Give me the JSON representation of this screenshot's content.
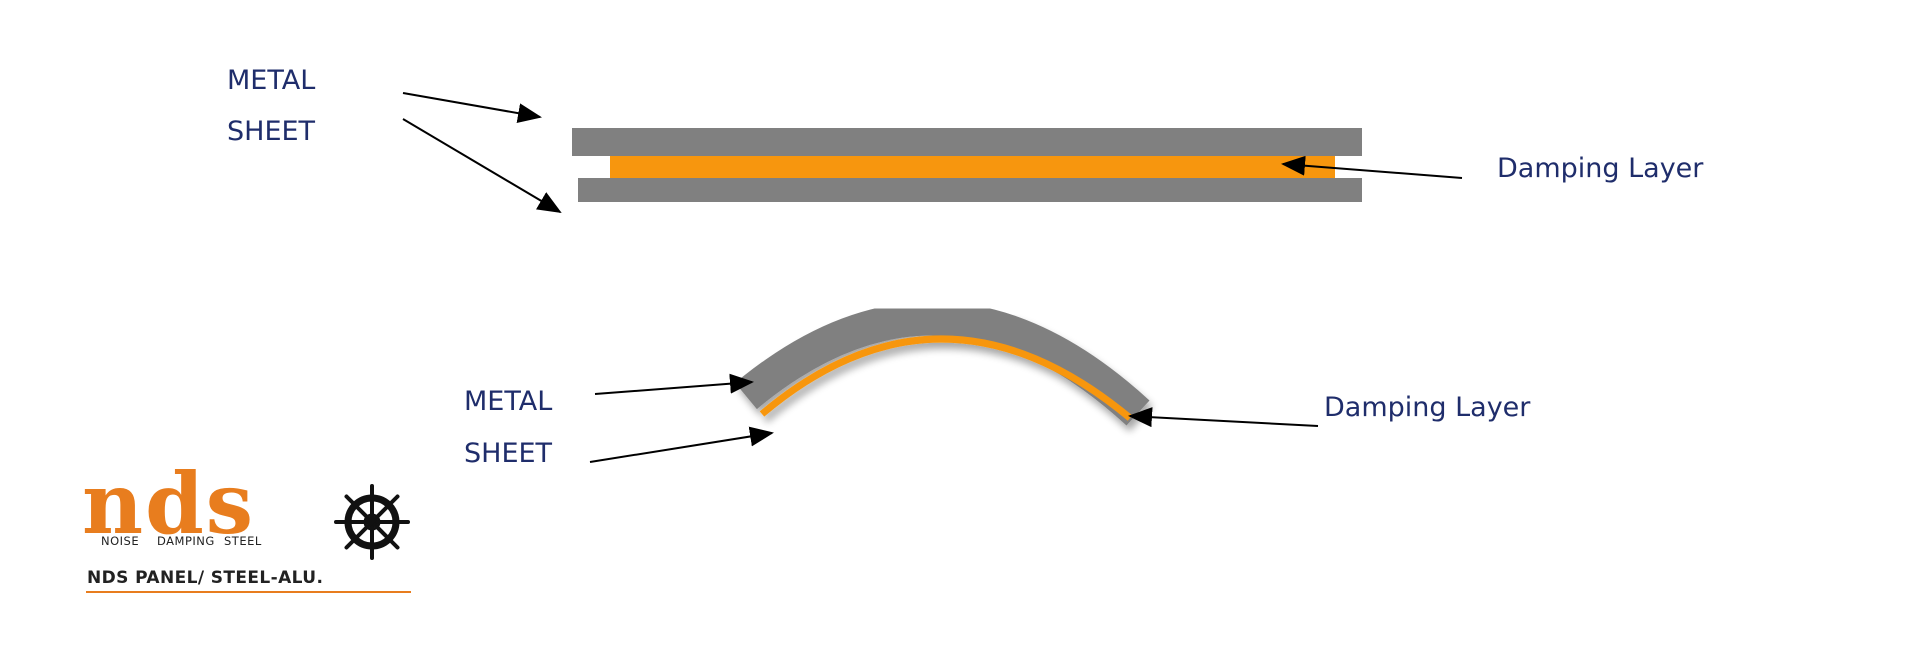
{
  "top_diagram": {
    "left_label_line1": "METAL",
    "left_label_line2": "SHEET",
    "right_label": "Damping Layer"
  },
  "bottom_diagram": {
    "left_label_line1": "METAL",
    "left_label_line2": "SHEET",
    "right_label": "Damping Layer"
  },
  "logo": {
    "letters": "nds",
    "sub_word_1": "NOISE",
    "sub_word_2": "DAMPING",
    "sub_word_3": "STEEL"
  },
  "footer": {
    "caption": "NDS PANEL/ STEEL-ALU."
  },
  "colors": {
    "metal": "#808080",
    "damping": "#f7960e",
    "text": "#1f2d6b",
    "brand": "#e87d1e"
  }
}
